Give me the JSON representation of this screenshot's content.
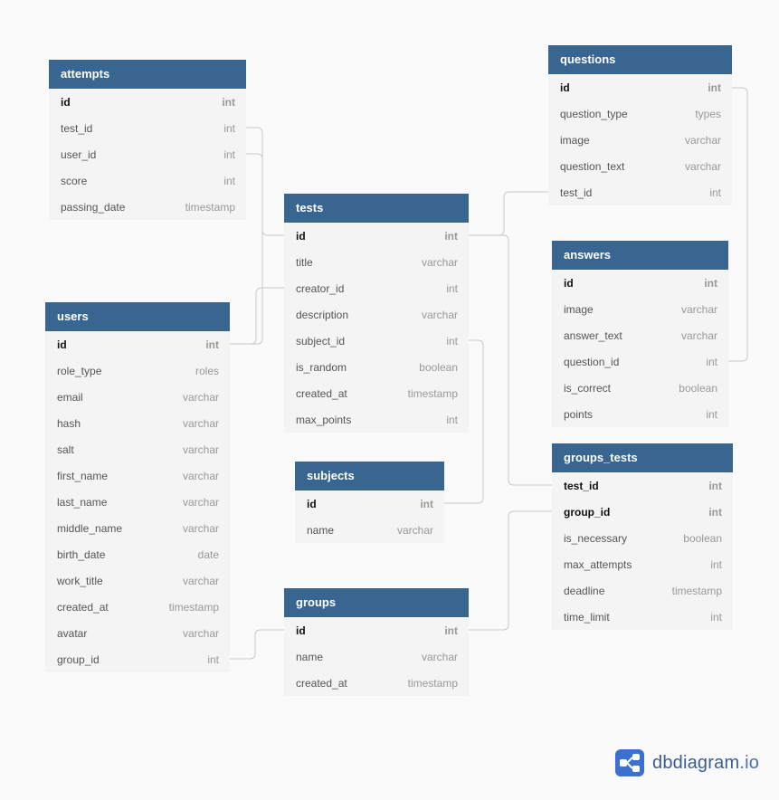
{
  "brand": {
    "name": "dbdiagram",
    "suffix": ".io",
    "icon": "dbdiagram-logo-icon",
    "color": "#3b5d8f"
  },
  "colors": {
    "header_bg": "#386690",
    "body_bg": "#f4f4f4",
    "canvas_bg": "#fafafa",
    "connector": "#c8c8c8"
  },
  "tables": [
    {
      "id": "attempts",
      "name": "attempts",
      "columns": [
        {
          "name": "id",
          "type": "int",
          "pk": true
        },
        {
          "name": "test_id",
          "type": "int"
        },
        {
          "name": "user_id",
          "type": "int"
        },
        {
          "name": "score",
          "type": "int"
        },
        {
          "name": "passing_date",
          "type": "timestamp"
        }
      ]
    },
    {
      "id": "users",
      "name": "users",
      "columns": [
        {
          "name": "id",
          "type": "int",
          "pk": true
        },
        {
          "name": "role_type",
          "type": "roles"
        },
        {
          "name": "email",
          "type": "varchar"
        },
        {
          "name": "hash",
          "type": "varchar"
        },
        {
          "name": "salt",
          "type": "varchar"
        },
        {
          "name": "first_name",
          "type": "varchar"
        },
        {
          "name": "last_name",
          "type": "varchar"
        },
        {
          "name": "middle_name",
          "type": "varchar"
        },
        {
          "name": "birth_date",
          "type": "date"
        },
        {
          "name": "work_title",
          "type": "varchar"
        },
        {
          "name": "created_at",
          "type": "timestamp"
        },
        {
          "name": "avatar",
          "type": "varchar"
        },
        {
          "name": "group_id",
          "type": "int"
        }
      ]
    },
    {
      "id": "tests",
      "name": "tests",
      "columns": [
        {
          "name": "id",
          "type": "int",
          "pk": true
        },
        {
          "name": "title",
          "type": "varchar"
        },
        {
          "name": "creator_id",
          "type": "int"
        },
        {
          "name": "description",
          "type": "varchar"
        },
        {
          "name": "subject_id",
          "type": "int"
        },
        {
          "name": "is_random",
          "type": "boolean"
        },
        {
          "name": "created_at",
          "type": "timestamp"
        },
        {
          "name": "max_points",
          "type": "int"
        }
      ]
    },
    {
      "id": "subjects",
      "name": "subjects",
      "columns": [
        {
          "name": "id",
          "type": "int",
          "pk": true
        },
        {
          "name": "name",
          "type": "varchar"
        }
      ]
    },
    {
      "id": "groups",
      "name": "groups",
      "columns": [
        {
          "name": "id",
          "type": "int",
          "pk": true
        },
        {
          "name": "name",
          "type": "varchar"
        },
        {
          "name": "created_at",
          "type": "timestamp"
        }
      ]
    },
    {
      "id": "questions",
      "name": "questions",
      "columns": [
        {
          "name": "id",
          "type": "int",
          "pk": true
        },
        {
          "name": "question_type",
          "type": "types"
        },
        {
          "name": "image",
          "type": "varchar"
        },
        {
          "name": "question_text",
          "type": "varchar"
        },
        {
          "name": "test_id",
          "type": "int"
        }
      ]
    },
    {
      "id": "answers",
      "name": "answers",
      "columns": [
        {
          "name": "id",
          "type": "int",
          "pk": true
        },
        {
          "name": "image",
          "type": "varchar"
        },
        {
          "name": "answer_text",
          "type": "varchar"
        },
        {
          "name": "question_id",
          "type": "int"
        },
        {
          "name": "is_correct",
          "type": "boolean"
        },
        {
          "name": "points",
          "type": "int"
        }
      ]
    },
    {
      "id": "groups_tests",
      "name": "groups_tests",
      "columns": [
        {
          "name": "test_id",
          "type": "int",
          "pk": true
        },
        {
          "name": "group_id",
          "type": "int",
          "pk": true
        },
        {
          "name": "is_necessary",
          "type": "boolean"
        },
        {
          "name": "max_attempts",
          "type": "int"
        },
        {
          "name": "deadline",
          "type": "timestamp"
        },
        {
          "name": "time_limit",
          "type": "int"
        }
      ]
    }
  ],
  "relations": [
    {
      "from": [
        "attempts",
        "test_id"
      ],
      "to": [
        "tests",
        "id"
      ]
    },
    {
      "from": [
        "attempts",
        "user_id"
      ],
      "to": [
        "users",
        "id"
      ]
    },
    {
      "from": [
        "tests",
        "creator_id"
      ],
      "to": [
        "users",
        "id"
      ]
    },
    {
      "from": [
        "users",
        "group_id"
      ],
      "to": [
        "groups",
        "id"
      ]
    },
    {
      "from": [
        "tests",
        "subject_id"
      ],
      "to": [
        "subjects",
        "id"
      ]
    },
    {
      "from": [
        "questions",
        "test_id"
      ],
      "to": [
        "tests",
        "id"
      ]
    },
    {
      "from": [
        "answers",
        "question_id"
      ],
      "to": [
        "questions",
        "id"
      ]
    },
    {
      "from": [
        "groups_tests",
        "test_id"
      ],
      "to": [
        "tests",
        "id"
      ]
    },
    {
      "from": [
        "groups_tests",
        "group_id"
      ],
      "to": [
        "groups",
        "id"
      ]
    }
  ]
}
